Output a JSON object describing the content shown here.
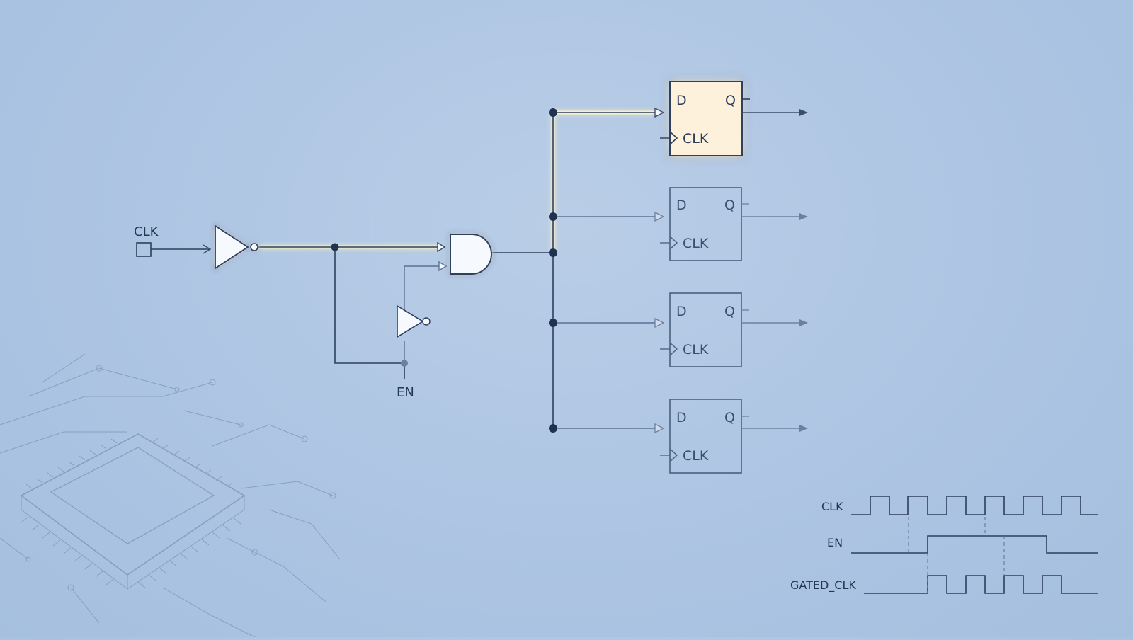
{
  "labels": {
    "clk_input": "CLK",
    "en_input": "EN"
  },
  "flip_flops": [
    {
      "d": "D",
      "q": "Q",
      "clk": "CLK",
      "state": "highlighted"
    },
    {
      "d": "D",
      "q": "Q",
      "clk": "CLK",
      "state": "dim"
    },
    {
      "d": "D",
      "q": "Q",
      "clk": "CLK",
      "state": "dim"
    },
    {
      "d": "D",
      "q": "Q",
      "clk": "CLK",
      "state": "dim"
    }
  ],
  "waveforms": {
    "clk_label": "CLK",
    "en_label": "EN",
    "gated_label": "GATED_CLK"
  },
  "colors": {
    "wire": "#2d3f5c",
    "wire_dim": "#5d7193",
    "glow": "#fff2b0",
    "gate_fill": "#f6f9fd",
    "highlight_fill": "#fdf1dc",
    "background": "#adc5e3"
  },
  "decoration": {
    "corner_sketch": "ic-chip-sketch-icon"
  }
}
